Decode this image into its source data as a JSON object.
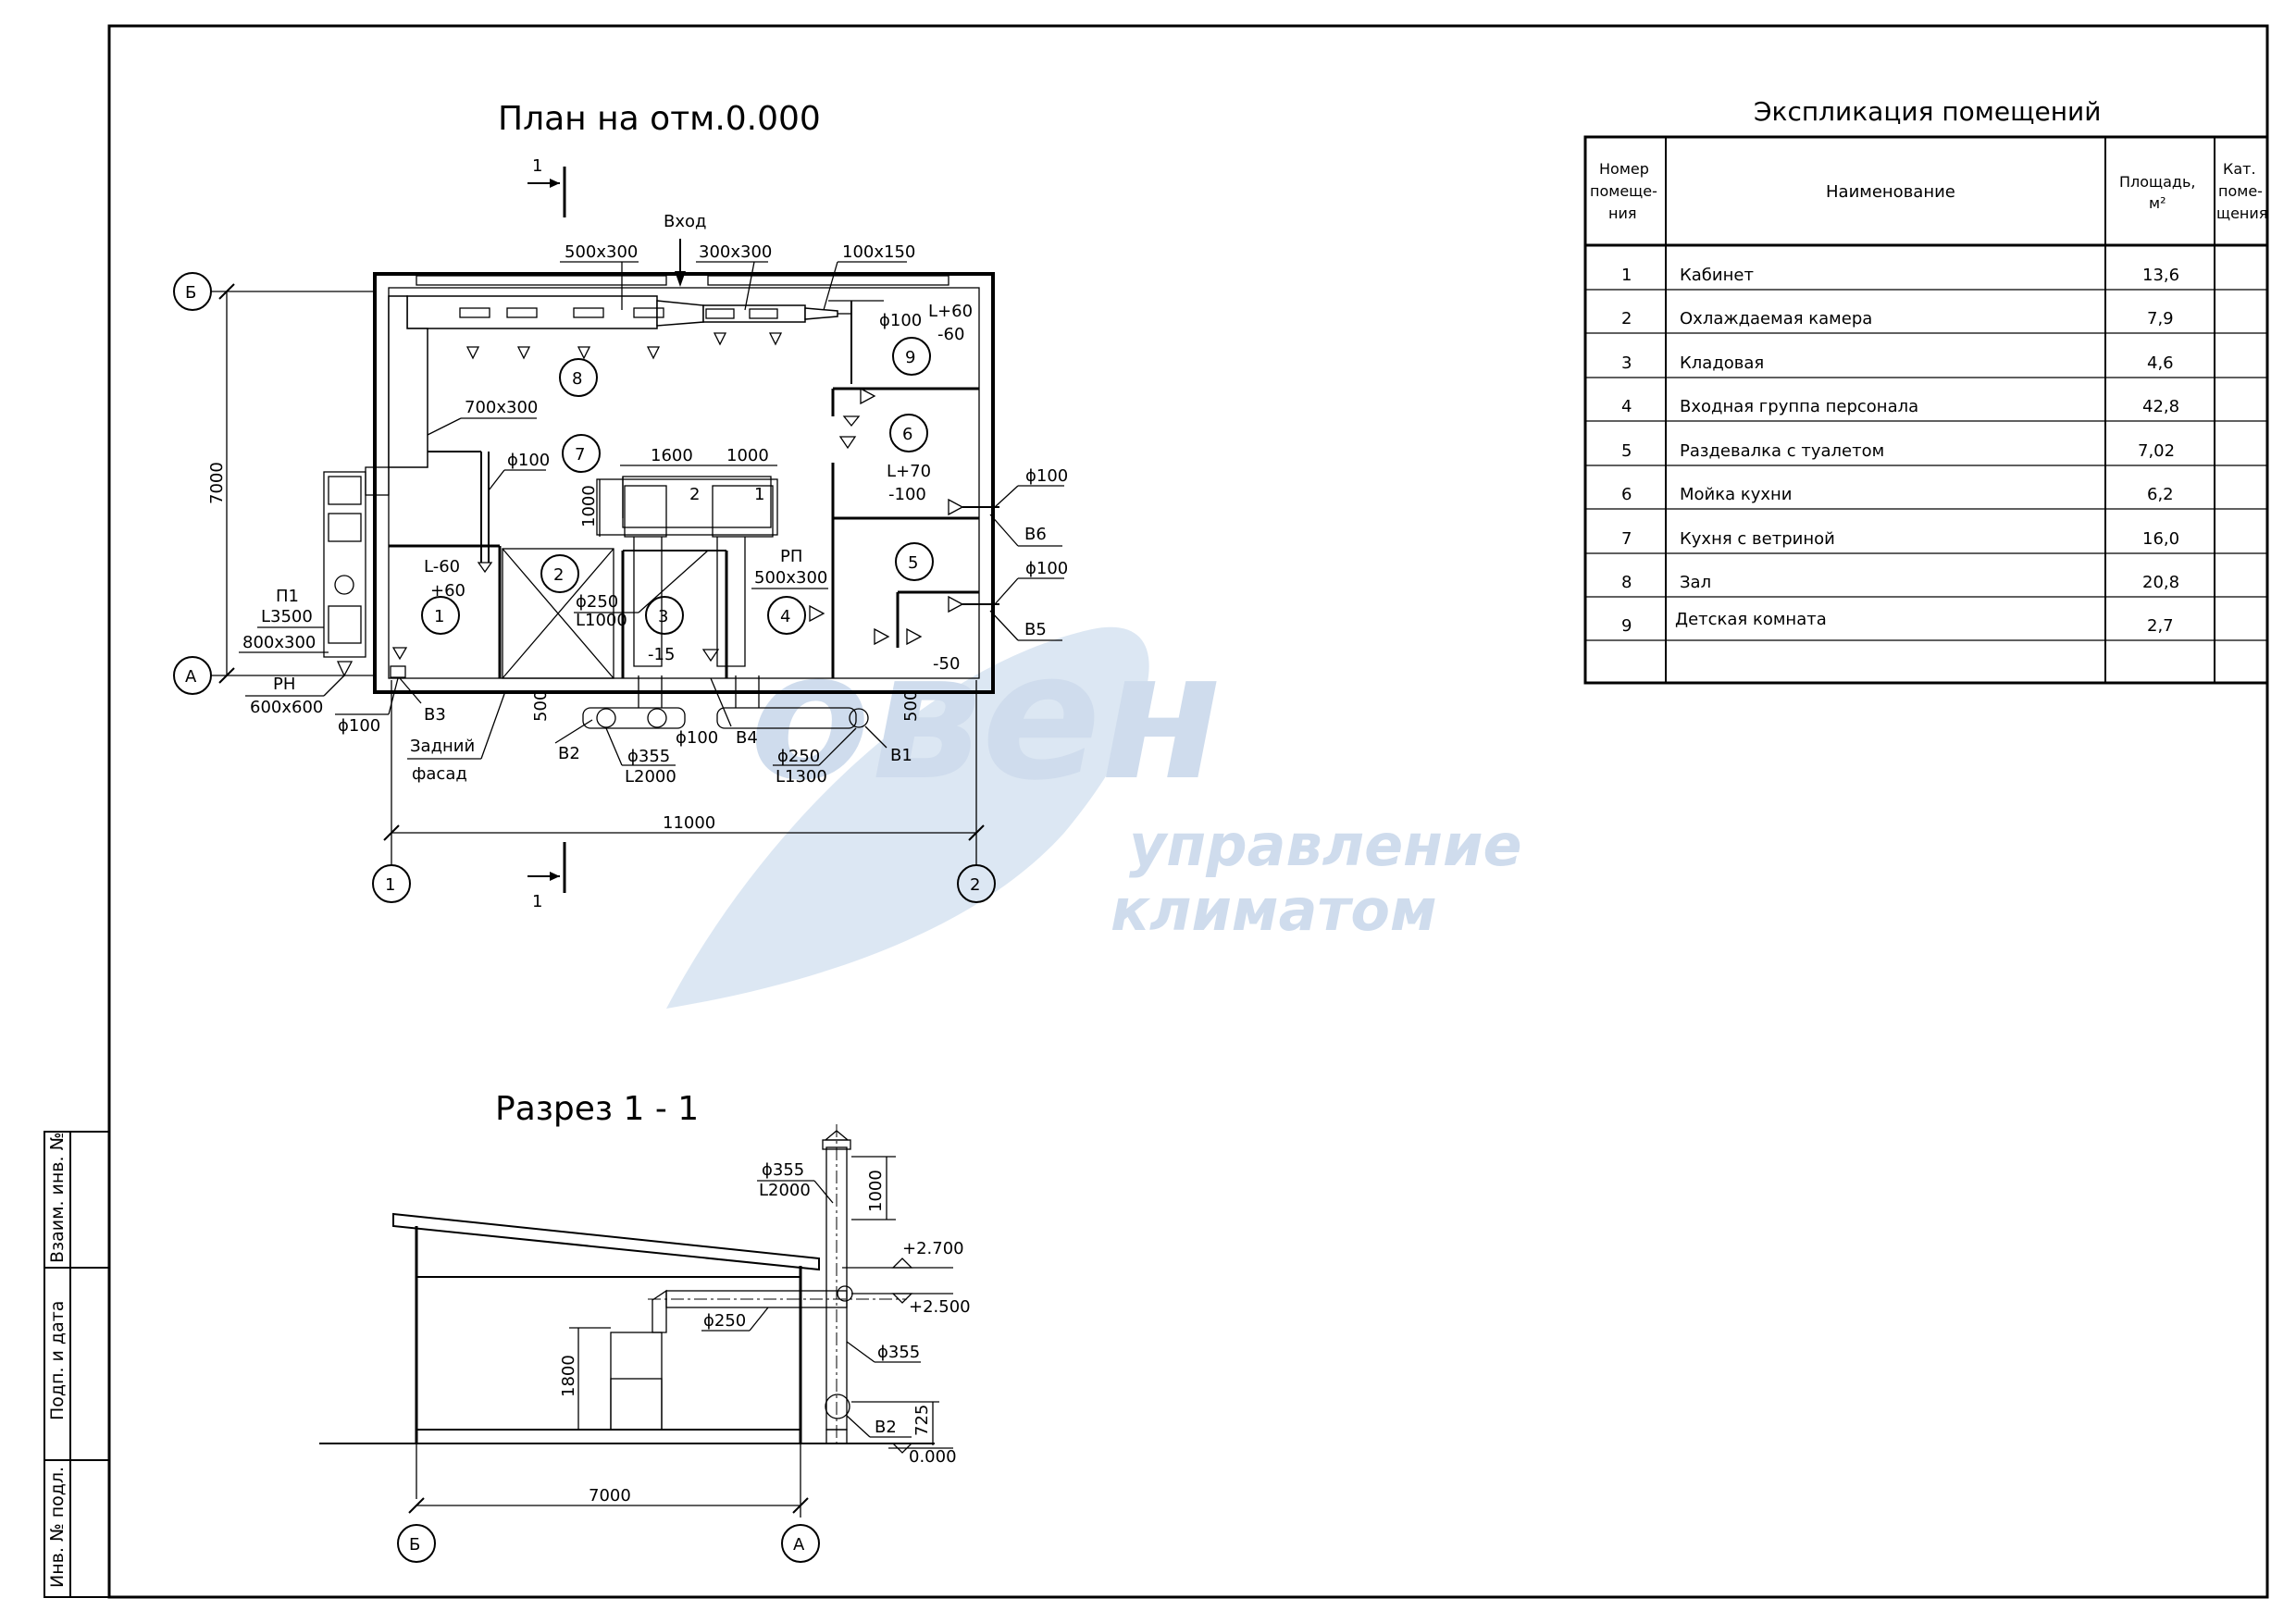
{
  "plan": {
    "title": "План на отм.0.000",
    "section_mark": "1",
    "entry": "Вход",
    "axes": {
      "top_letter": "Б",
      "bottom_letter": "А",
      "left_num": "1",
      "right_num": "2"
    },
    "dims": {
      "width": "11000",
      "height": "7000",
      "d500_a": "500",
      "d500_b": "500",
      "d1600": "1600",
      "d1000_h": "1000",
      "d1000_v": "1000"
    },
    "duct_labels": {
      "d500x300": "500x300",
      "d300x300": "300x300",
      "d100x150": "100x150",
      "d700x300": "700x300",
      "phi100_top": "ϕ100",
      "l60_top": "L+60",
      "m60_top": "-60",
      "phi100_k7": "ϕ100",
      "l70": "L+70",
      "m100": "-100",
      "phi100_b6": "ϕ100",
      "b6": "В6",
      "phi100_b5": "ϕ100",
      "b5": "В5",
      "rp": "РП",
      "rp_size": "500x300",
      "m50": "-50",
      "l60": "L-60",
      "p60": "+60",
      "phi250": "ϕ250",
      "l1000": "L1000",
      "m15": "-15",
      "two_small": "2",
      "one_small": "1",
      "p1": "П1",
      "l3500": "L3500",
      "p1_size": "800x300",
      "rn": "РН",
      "rn_size": "600x600",
      "phi100_b3": "ϕ100",
      "b3": "В3",
      "rear": "Задний",
      "facade": "фасад",
      "b2": "В2",
      "phi355": "ϕ355",
      "l2000": "L2000",
      "phi100_b4": "ϕ100",
      "b4": "В4",
      "phi250_b1": "ϕ250",
      "l1300": "L1300",
      "b1": "В1"
    },
    "rooms": [
      "1",
      "2",
      "3",
      "4",
      "5",
      "6",
      "7",
      "8",
      "9"
    ]
  },
  "section": {
    "title": "Разрез 1 - 1",
    "phi355": "ϕ355",
    "l2000": "L2000",
    "d1000": "1000",
    "elev_2700": "+2.700",
    "elev_2500": "+2.500",
    "phi250": "ϕ250",
    "phi355_b": "ϕ355",
    "d1800": "1800",
    "b2": "В2",
    "d725": "725",
    "elev_0": "0.000",
    "width": "7000",
    "axis_left": "Б",
    "axis_right": "А"
  },
  "explication": {
    "title": "Экспликация помещений",
    "headers": {
      "num": [
        "Номер",
        "помеще-",
        "ния"
      ],
      "name": "Наименование",
      "area": [
        "Площадь,",
        "м²"
      ],
      "cat": [
        "Кат.",
        "поме-",
        "щения"
      ]
    },
    "rows": [
      {
        "num": "1",
        "name": "Кабинет",
        "area": "13,6"
      },
      {
        "num": "2",
        "name": "Охлаждаемая камера",
        "area": "7,9"
      },
      {
        "num": "3",
        "name": "Кладовая",
        "area": "4,6"
      },
      {
        "num": "4",
        "name": "Входная группа персонала",
        "area": "42,8"
      },
      {
        "num": "5",
        "name": "Раздевалка с туалетом",
        "area": "7,02"
      },
      {
        "num": "6",
        "name": "Мойка кухни",
        "area": "6,2"
      },
      {
        "num": "7",
        "name": "Кухня с ветриной",
        "area": "16,0"
      },
      {
        "num": "8",
        "name": "Зал",
        "area": "20,8"
      },
      {
        "num": "9",
        "name": "Детская комната",
        "area": "2,7"
      }
    ]
  },
  "stamp": {
    "f1": "Взаим. инв. №",
    "f2": "Подп. и дата",
    "f3": "Инв. № подл."
  },
  "watermark": {
    "brand": "овен",
    "line1": "управление",
    "line2": "климатом",
    "color": "#c7d7ea"
  }
}
